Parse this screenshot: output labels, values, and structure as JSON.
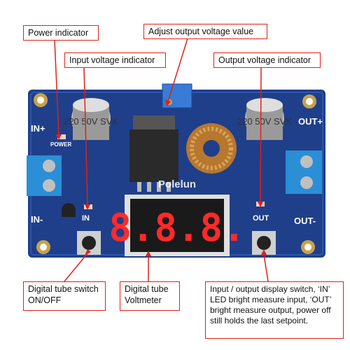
{
  "colors": {
    "accent": "#e0201a",
    "pcb": "#1f3f8a",
    "terminal": "#2a8fd6",
    "led_segment": "#ff2a2a"
  },
  "callouts": {
    "power_indicator": "Power indicator",
    "adjust_output": "Adjust output voltage value",
    "input_voltage_indicator": "Input voltage indicator",
    "output_voltage_indicator": "Output voltage indicator",
    "tube_switch": "Digital tube switch ON/OFF",
    "tube_voltmeter": "Digital tube Voltmeter",
    "io_switch": "Input / output display switch, ‘IN’ LED bright measure input, ‘OUT’ bright measure output, power off still holds the last setpoint."
  },
  "board": {
    "in_plus": "IN+",
    "in_minus": "IN-",
    "out_plus": "OUT+",
    "out_minus": "OUT-",
    "power_label": "POWER",
    "in_label": "IN",
    "out_label": "OUT",
    "cap_left": "220 50V SVK",
    "cap_right": "220 50V SVK",
    "display_value": "8.8.8.",
    "watermark": "Polelun"
  }
}
